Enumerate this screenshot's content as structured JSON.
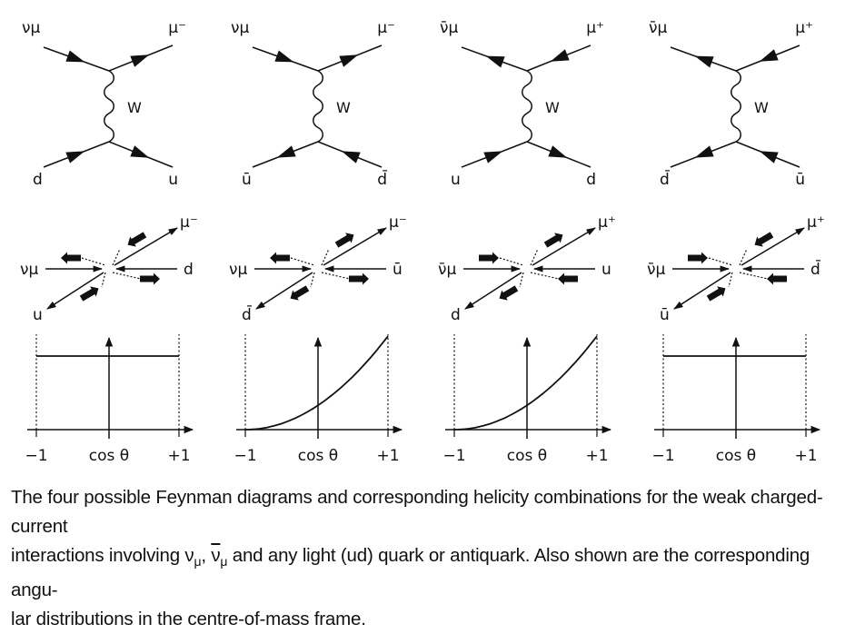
{
  "panels": [
    {
      "feynman": {
        "tl": "νμ",
        "tr": "μ⁻",
        "bl": "d",
        "br": "u",
        "w": "W"
      },
      "helicity": {
        "left": "νμ",
        "right": "d",
        "top": "μ⁻",
        "bottom": "u"
      },
      "distribution": {
        "shape": "flat",
        "ticks": [
          "−1",
          "cos θ",
          "+1"
        ]
      }
    },
    {
      "feynman": {
        "tl": "νμ",
        "tr": "μ⁻",
        "bl": "ū",
        "br": "d̄",
        "w": "W"
      },
      "helicity": {
        "left": "νμ",
        "right": "ū",
        "top": "μ⁻",
        "bottom": "d̄"
      },
      "distribution": {
        "shape": "rising",
        "ticks": [
          "−1",
          "cos θ",
          "+1"
        ]
      }
    },
    {
      "feynman": {
        "tl": "ν̄μ",
        "tr": "μ⁺",
        "bl": "u",
        "br": "d",
        "w": "W"
      },
      "helicity": {
        "left": "ν̄μ",
        "right": "u",
        "top": "μ⁺",
        "bottom": "d"
      },
      "distribution": {
        "shape": "rising",
        "ticks": [
          "−1",
          "cos θ",
          "+1"
        ]
      }
    },
    {
      "feynman": {
        "tl": "ν̄μ",
        "tr": "μ⁺",
        "bl": "d̄",
        "br": "ū",
        "w": "W"
      },
      "helicity": {
        "left": "ν̄μ",
        "right": "d̄",
        "top": "μ⁺",
        "bottom": "ū"
      },
      "distribution": {
        "shape": "flat",
        "ticks": [
          "−1",
          "cos θ",
          "+1"
        ]
      }
    }
  ],
  "caption": {
    "line1": "The four possible Feynman diagrams and corresponding helicity combinations for the weak charged-current",
    "line2_a": "interactions involving ",
    "nu": "ν",
    "mu": "μ",
    "comma": ", ",
    "line2_b": " and any light (ud) quark or antiquark. Also shown are the corresponding angu-",
    "line3": "lar distributions in the centre-of-mass frame."
  }
}
